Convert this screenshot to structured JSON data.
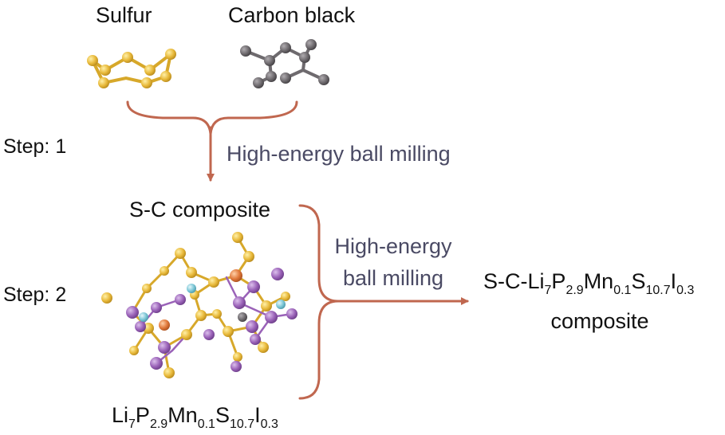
{
  "reactants": {
    "sulfur": "Sulfur",
    "carbon_black": "Carbon black"
  },
  "steps": {
    "step1": "Step: 1",
    "step2": "Step: 2"
  },
  "process": {
    "step1_label": "High-energy ball milling",
    "step2_label_line1": "High-energy",
    "step2_label_line2": "ball milling"
  },
  "intermediate": "S-C composite",
  "electrolyte_formula": {
    "parts": [
      "Li",
      "7",
      "P",
      "2.9",
      "Mn",
      "0.1",
      "S",
      "10.7",
      "I",
      "0.3"
    ]
  },
  "product": {
    "prefix": "S-C-",
    "formula_parts": [
      "Li",
      "7",
      "P",
      "2.9",
      "Mn",
      "0.1",
      "S",
      "10.7",
      "I",
      "0.3"
    ],
    "line2": "composite"
  },
  "colors": {
    "arrow": "#c0674f",
    "process_text": "#4a4a64",
    "sulfur_atom": "#e8b93a",
    "carbon_atom": "#6e6a6e",
    "iodine_atom": "#9a62b8",
    "phosphorus_atom": "#e0783a",
    "lithium_atom": "#7cc6d6"
  }
}
